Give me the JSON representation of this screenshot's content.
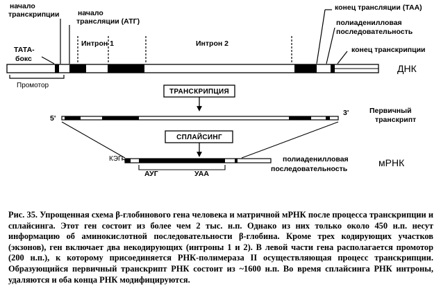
{
  "labels": {
    "tx_start": [
      "начало",
      "транскрипции"
    ],
    "tl_start": [
      "начало",
      "трансляции (АТГ)"
    ],
    "tl_end": "конец трансляции (ТАА)",
    "polyA_dna": [
      "полиаденилловая",
      "последовательность"
    ],
    "tx_end": "конец транскрипции",
    "tata": [
      "ТАТА-",
      "бокс"
    ],
    "intron1": "Интрон 1",
    "intron2": "Интрон 2",
    "dna": "ДНК",
    "promoter": "Промотор",
    "five_prime": "5'",
    "three_prime": "3'",
    "primary": [
      "Первичный",
      "транскрипт"
    ],
    "cap": "КЭП",
    "aug": "АУГ",
    "uaa": "УАА",
    "polyA_mrna": [
      "полиаденилловая",
      "последовательность"
    ],
    "mrna": "мРНК"
  },
  "processes": {
    "transcription": "ТРАНСКРИПЦИЯ",
    "splicing": "СПЛАЙСИНГ"
  },
  "caption": "Рис. 35. Упрощенная схема β-глобинового гена человека и матричной мРНК после процесса транскрипции и сплайсинга. Этот ген состоит из более чем 2 тыс. н.п. Однако из них только около 450 н.п. несут информацию об аминокислотной последовательности β-глобина. Кроме трех кодирующих участков (экзонов), ген включает два некодирующих (интроны 1 и 2). В левой части гена располагается промотор (200 н.п.), к которому присоединяется РНК-полимераза II осуществляющая процесс транскрипции. Образующийся первичный транскрипт РНК состоит из ~1600 н.п. Во время сплайсинга РНК интроны, удаляются и оба конца РНК модифицируются."
}
